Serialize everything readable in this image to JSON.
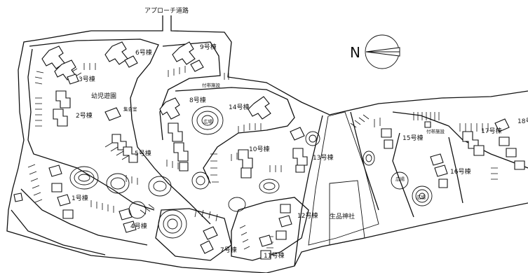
{
  "map": {
    "access_road": "アプローチ道路",
    "north_symbol": "N",
    "shrine": "生品神社",
    "kindergarten": "幼児遊園",
    "meeting_hall": "集会室",
    "facility_a": "付帯施設",
    "facility_b": "付帯施設",
    "plaza_1": "広場",
    "plaza_2": "広場",
    "plaza_3": "広場",
    "buildings": {
      "b1": "1号棟",
      "b2": "2号棟",
      "b3": "3号棟",
      "b4": "4号棟",
      "b5": "5号棟",
      "b6": "6号棟",
      "b7": "7号棟",
      "b8": "8号棟",
      "b9": "9号棟",
      "b10": "10号棟",
      "b11": "11号棟",
      "b12": "12号棟",
      "b13": "13号棟",
      "b14": "14号棟",
      "b15": "15号棟",
      "b16": "16号棟",
      "b17": "17号棟",
      "b18": "18号"
    }
  }
}
